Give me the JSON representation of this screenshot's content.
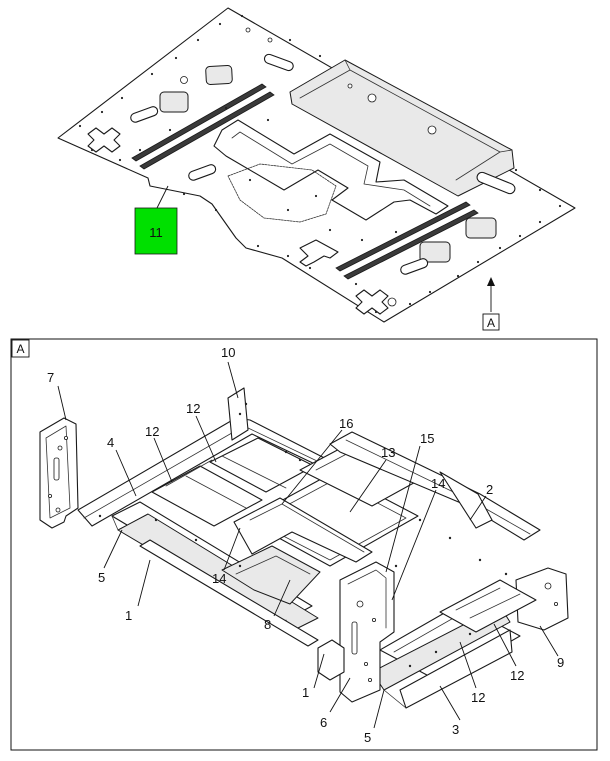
{
  "callouts": {
    "top_part": "11",
    "view_marker": "A",
    "inset_label": "A",
    "c10": "10",
    "c7": "7",
    "c12a": "12",
    "c12b": "12",
    "c16": "16",
    "c4": "4",
    "c13": "13",
    "c15": "15",
    "c14a": "14",
    "c2": "2",
    "c5a": "5",
    "c14b": "14",
    "c1a": "1",
    "c8": "8",
    "c9": "9",
    "c12c": "12",
    "c1b": "1",
    "c12d": "12",
    "c6": "6",
    "c3": "3",
    "c5b": "5"
  },
  "colors": {
    "highlight": "#00e000",
    "line": "#1a1a1a",
    "background": "#ffffff"
  }
}
